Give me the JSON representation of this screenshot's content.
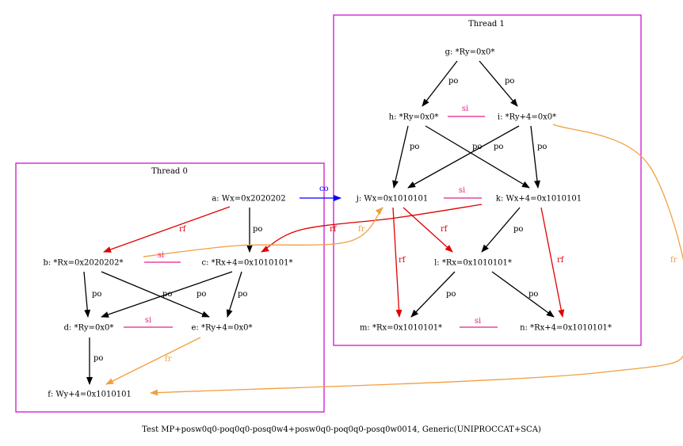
{
  "diagram": {
    "caption": "Test MP+posw0q0-poq0q0-posq0w4+posw0q0-poq0q0-posq0w0014, Generic(UNIPROCCAT+SCA)",
    "colors": {
      "cluster": "#cc00cc",
      "po": "#000000",
      "rf": "#e00000",
      "fr": "#f0a040",
      "co": "#0000ff",
      "si": "#e0208a"
    },
    "clusters": [
      {
        "id": "thread0",
        "label": "Thread 0"
      },
      {
        "id": "thread1",
        "label": "Thread 1"
      }
    ],
    "nodes": {
      "a": "a: Wx=0x2020202",
      "b": "b: *Rx=0x2020202*",
      "c": "c: *Rx+4=0x1010101*",
      "d": "d: *Ry=0x0*",
      "e": "e: *Ry+4=0x0*",
      "f": "f: Wy+4=0x1010101",
      "g": "g: *Ry=0x0*",
      "h": "h: *Ry=0x0*",
      "i": "i: *Ry+4=0x0*",
      "j": "j: Wx=0x1010101",
      "k": "k: Wx+4=0x1010101",
      "l": "l: *Rx=0x1010101*",
      "m": "m: *Rx=0x1010101*",
      "n": "n: *Rx+4=0x1010101*"
    },
    "edges": [
      {
        "from": "a",
        "to": "c",
        "kind": "po",
        "label": "po"
      },
      {
        "from": "b",
        "to": "d",
        "kind": "po",
        "label": "po"
      },
      {
        "from": "b",
        "to": "e",
        "kind": "po",
        "label": "po"
      },
      {
        "from": "c",
        "to": "d",
        "kind": "po",
        "label": "po"
      },
      {
        "from": "c",
        "to": "e",
        "kind": "po",
        "label": "po"
      },
      {
        "from": "d",
        "to": "f",
        "kind": "po",
        "label": "po"
      },
      {
        "from": "g",
        "to": "h",
        "kind": "po",
        "label": "po"
      },
      {
        "from": "g",
        "to": "i",
        "kind": "po",
        "label": "po"
      },
      {
        "from": "h",
        "to": "j",
        "kind": "po",
        "label": "po"
      },
      {
        "from": "h",
        "to": "k",
        "kind": "po",
        "label": "po"
      },
      {
        "from": "i",
        "to": "j",
        "kind": "po",
        "label": "po"
      },
      {
        "from": "i",
        "to": "k",
        "kind": "po",
        "label": "po"
      },
      {
        "from": "k",
        "to": "l",
        "kind": "po",
        "label": "po"
      },
      {
        "from": "l",
        "to": "m",
        "kind": "po",
        "label": "po"
      },
      {
        "from": "l",
        "to": "n",
        "kind": "po",
        "label": "po"
      },
      {
        "from": "a",
        "to": "b",
        "kind": "rf",
        "label": "rf"
      },
      {
        "from": "k",
        "to": "c",
        "kind": "rf",
        "label": "rf"
      },
      {
        "from": "j",
        "to": "l",
        "kind": "rf",
        "label": "rf"
      },
      {
        "from": "j",
        "to": "m",
        "kind": "rf",
        "label": "rf"
      },
      {
        "from": "k",
        "to": "n",
        "kind": "rf",
        "label": "rf"
      },
      {
        "from": "b",
        "to": "j",
        "kind": "fr",
        "label": "fr"
      },
      {
        "from": "e",
        "to": "f",
        "kind": "fr",
        "label": "fr"
      },
      {
        "from": "i",
        "to": "f",
        "kind": "fr",
        "label": "fr"
      },
      {
        "from": "a",
        "to": "j",
        "kind": "co",
        "label": "co"
      }
    ],
    "si_pairs": [
      {
        "between": "b-c",
        "label": "si"
      },
      {
        "between": "d-e",
        "label": "si"
      },
      {
        "between": "h-i",
        "label": "si"
      },
      {
        "between": "j-k",
        "label": "si"
      },
      {
        "between": "m-n",
        "label": "si"
      }
    ]
  }
}
